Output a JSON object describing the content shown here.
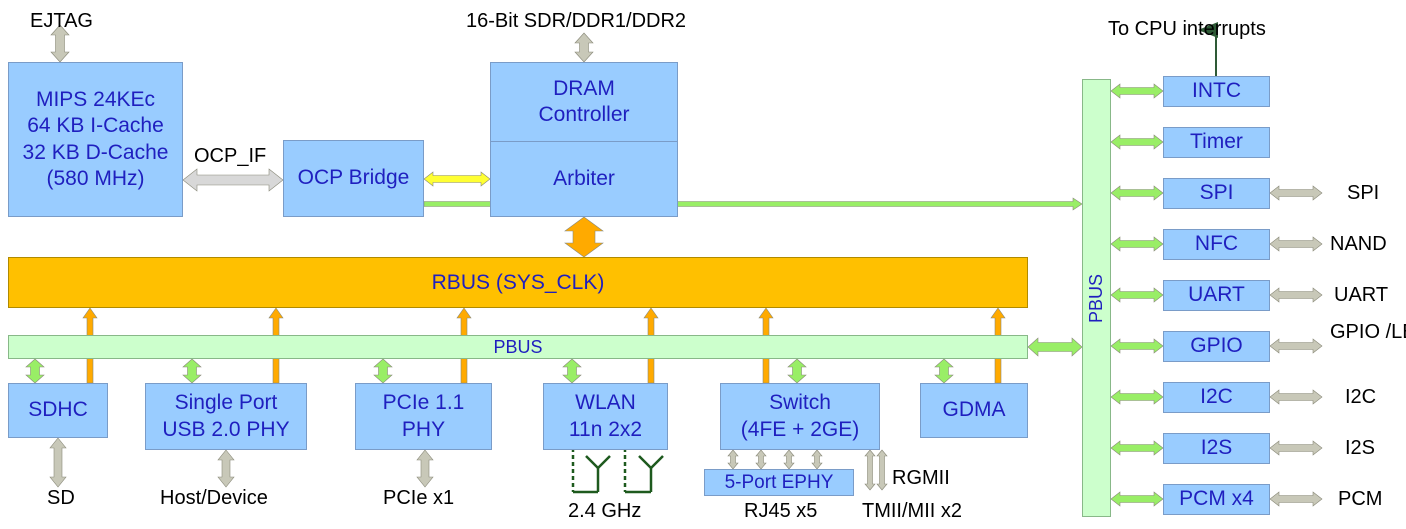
{
  "colors": {
    "block": "#99ccff",
    "rbus": "#ffc000",
    "pbus": "#ccffcc",
    "arrow_green": "#99ee66",
    "arrow_orange": "#ffaa00",
    "arrow_yellow": "#ffff33",
    "arrow_gray": "#c8c8b8",
    "text_blue": "#1f1fbf"
  },
  "blocks": {
    "mips": "MIPS 24KEc\n64 KB I-Cache\n32 KB D-Cache\n(580 MHz)",
    "ocp_bridge": "OCP Bridge",
    "dram_controller": "DRAM\nController",
    "arbiter": "Arbiter",
    "rbus": "RBUS (SYS_CLK)",
    "pbus_horizontal": "PBUS",
    "pbus_vertical": "PBUS",
    "sdhc": "SDHC",
    "usb_phy": "Single Port\nUSB 2.0 PHY",
    "pcie_phy": "PCIe 1.1\nPHY",
    "wlan": "WLAN\n11n 2x2",
    "switch": "Switch\n(4FE + 2GE)",
    "ephy": "5-Port EPHY",
    "gdma": "GDMA",
    "intc": "INTC",
    "timer": "Timer",
    "spi": "SPI",
    "nfc": "NFC",
    "uart": "UART",
    "gpio": "GPIO",
    "i2c": "I2C",
    "i2s": "I2S",
    "pcm": "PCM x4"
  },
  "labels": {
    "ejtag": "EJTAG",
    "memory": "16-Bit SDR/DDR1/DDR2",
    "ocp_if": "OCP_IF",
    "to_cpu_interrupts": "To CPU\ninterrupts",
    "sd": "SD",
    "host_device": "Host/Device",
    "pcie_x1": "PCIe x1",
    "ghz": "2.4 GHz",
    "rj45": "RJ45 x5",
    "rgmii": "RGMII",
    "tmii": "TMII/MII x2",
    "spi_out": "SPI",
    "nand_out": "NAND",
    "uart_out": "UART",
    "gpio_out": "GPIO\n/LED",
    "i2c_out": "I2C",
    "i2s_out": "I2S",
    "pcm_out": "PCM"
  }
}
